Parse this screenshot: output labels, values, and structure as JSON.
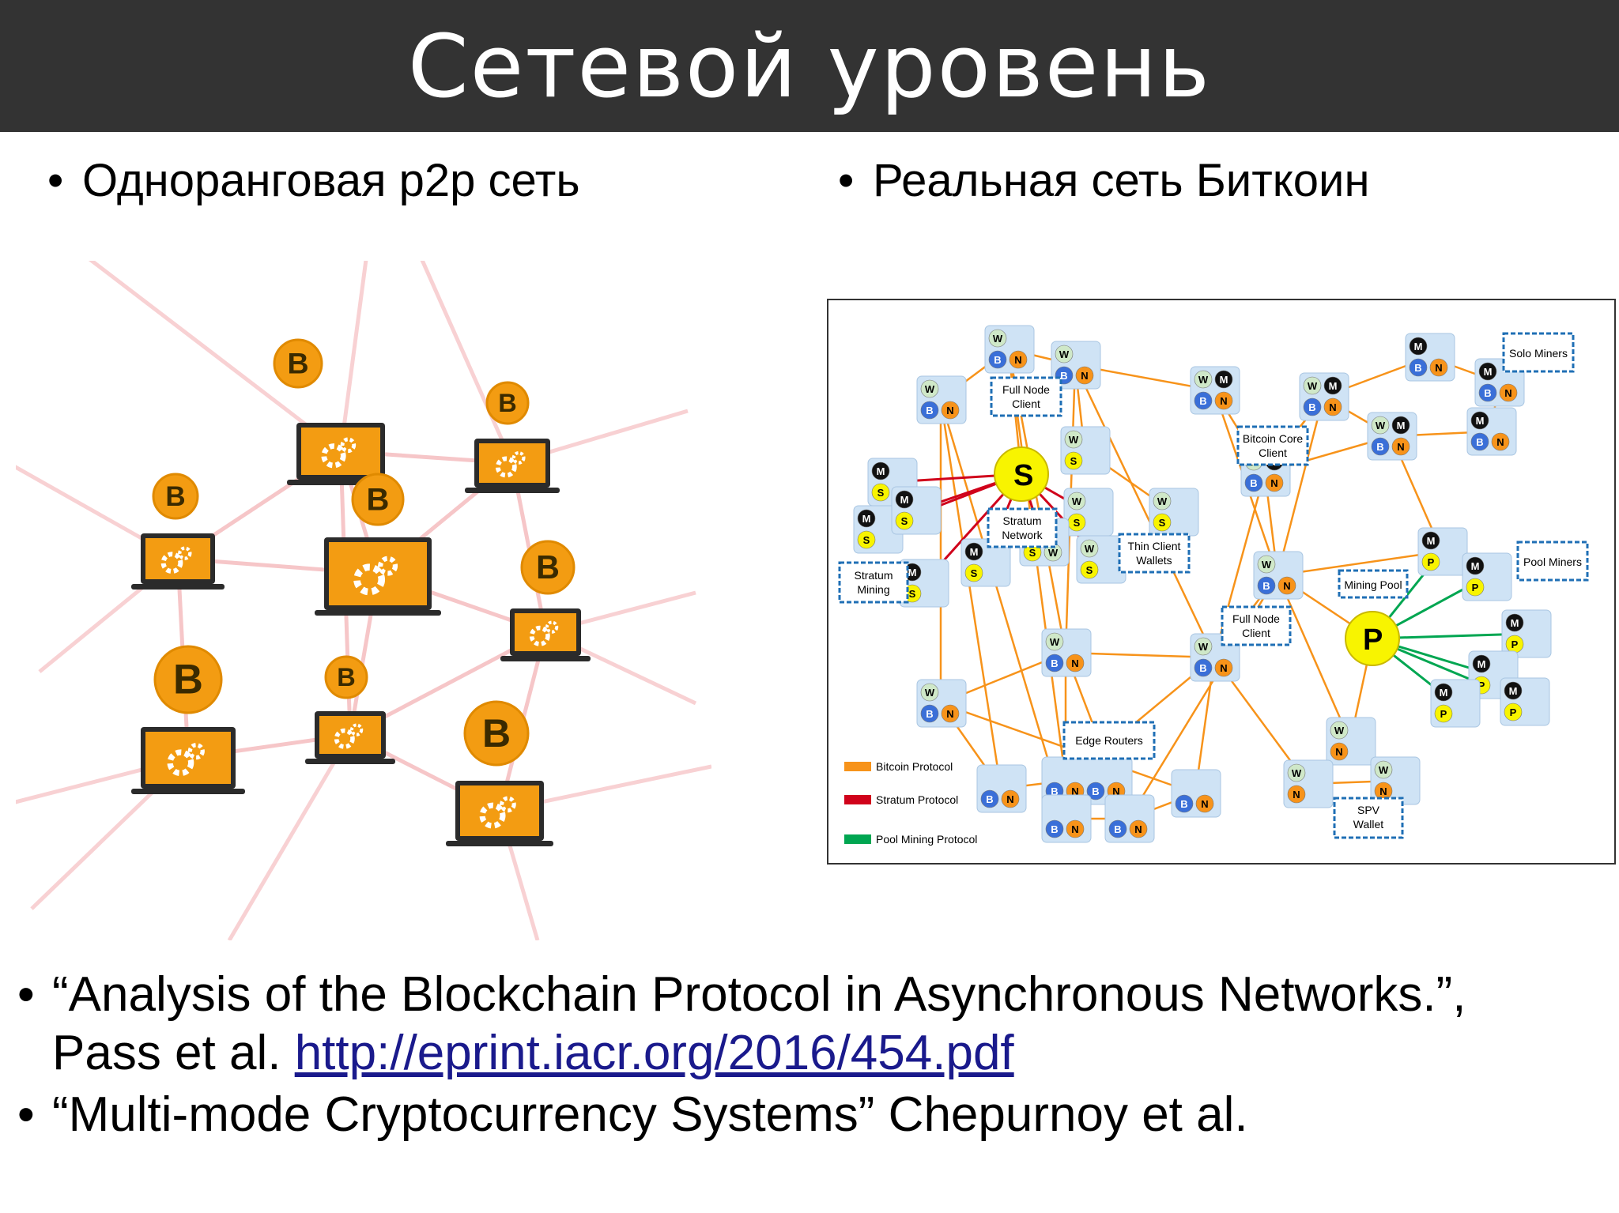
{
  "slide": {
    "title": "Сетевой уровень",
    "left_heading": "Одноранговая p2p сеть",
    "right_heading": "Реальная сеть Биткоин",
    "bullet_symbol": "•",
    "references": [
      {
        "text": "“Analysis of the Blockchain Protocol in Asynchronous Networks.”,",
        "line2": "Pass et al. ",
        "link": "http://eprint.iacr.org/2016/454.pdf"
      },
      {
        "text": "“Multi-mode Cryptocurrency Systems” Chepurnoy et al."
      }
    ]
  },
  "bitcoin_diagram": {
    "labels": {
      "full_node_client_1": "Full Node Client",
      "bitcoin_core_client": "Bitcoin Core Client",
      "solo_miners": "Solo Miners",
      "stratum_network": "Stratum Network",
      "thin_client_wallets": "Thin Client Wallets",
      "stratum_mining": "Stratum Mining",
      "mining_pool": "Mining Pool",
      "pool_miners": "Pool Miners",
      "full_node_client_2": "Full Node Client",
      "edge_routers": "Edge Routers",
      "spv_wallet": "SPV Wallet"
    },
    "legend": [
      {
        "label": "Bitcoin Protocol",
        "color": "#f7931a"
      },
      {
        "label": "Stratum Protocol",
        "color": "#d0021b"
      },
      {
        "label": "Pool Mining Protocol",
        "color": "#00a651"
      }
    ],
    "hub_letters": {
      "stratum": "S",
      "pool": "P"
    },
    "node_letters": {
      "wallet": "W",
      "blockchain": "B",
      "network": "N",
      "miner": "M",
      "stratum": "S",
      "pool": "P"
    },
    "colors": {
      "btc_orange": "#f7931a",
      "blue": "#3a6fd8",
      "yellow": "#f8f400",
      "black": "#111111",
      "green_light": "#cfe8c8",
      "box": "#cfe3f5"
    }
  },
  "p2p_diagram": {
    "coin_symbol": "B",
    "colors": {
      "coin": "#f39c12",
      "screen": "#f39c12",
      "link": "#f6c6c8",
      "laptop": "#2b2b2b"
    }
  }
}
